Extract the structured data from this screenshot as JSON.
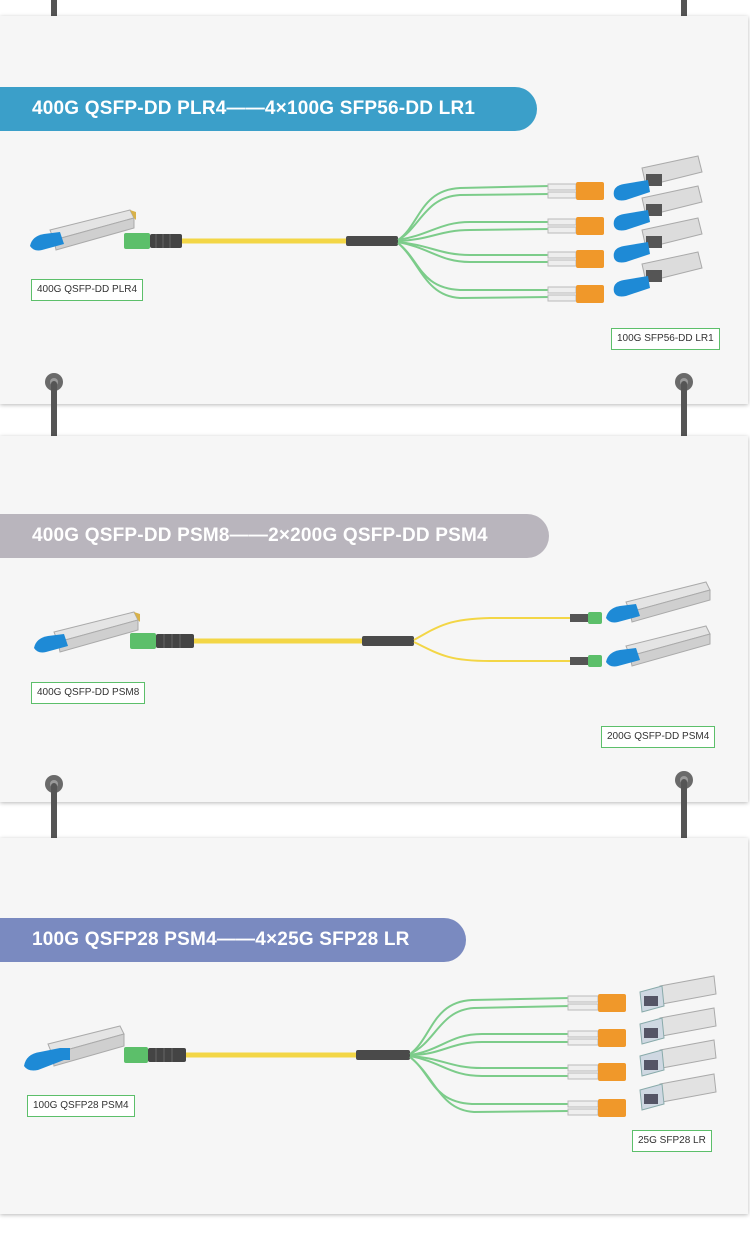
{
  "colors": {
    "banner1": "#3b9fc9",
    "banner2": "#b9b5bd",
    "banner3": "#7a8ac0",
    "fiber_green": "#7ccc8a",
    "fiber_yellow": "#f3d646",
    "connector_orange": "#f0982a",
    "pull_tab_blue": "#1e8ad6",
    "label_border": "#5cbf6a"
  },
  "sections": [
    {
      "title": "400G QSFP-DD PLR4——4×100G SFP56-DD LR1",
      "left_label": "400G QSFP-DD PLR4",
      "right_label": "100G SFP56-DD LR1"
    },
    {
      "title": "400G QSFP-DD PSM8——2×200G QSFP-DD PSM4",
      "left_label": "400G QSFP-DD PSM8",
      "right_label": "200G QSFP-DD PSM4"
    },
    {
      "title": "100G QSFP28 PSM4——4×25G SFP28 LR",
      "left_label": "100G QSFP28 PSM4",
      "right_label": "25G SFP28 LR"
    }
  ]
}
